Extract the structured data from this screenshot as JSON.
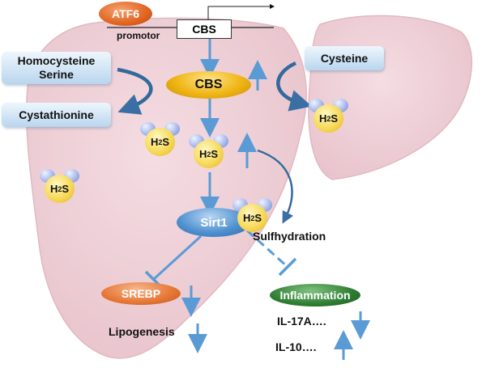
{
  "promoter": {
    "factor": "ATF6",
    "label": "promotor",
    "gene": "CBS"
  },
  "substrates": {
    "left_input": [
      "Homocysteine",
      "Serine"
    ],
    "left_output": "Cystathionine",
    "right_input": "Cysteine"
  },
  "enzyme": "CBS",
  "molecule": {
    "symbol": "H",
    "subscript": "2",
    "suffix": "S"
  },
  "sirt1": "Sirt1",
  "sulfhydration": "Sulfhydration",
  "srebp": "SREBP",
  "lipogenesis": "Lipogenesis",
  "inflammation": "Inflammation",
  "cytokines": {
    "il17a": "IL-17A….",
    "il10": "IL-10…."
  },
  "colors": {
    "liver": "#efd1d8",
    "arrow": "#5b9bd5",
    "atf6": "#e0641f",
    "cbs_ellipse": "#f0b515",
    "sirt1": "#4f90cf",
    "srebp": "#e87a3a",
    "inflammation": "#2e7d32"
  }
}
